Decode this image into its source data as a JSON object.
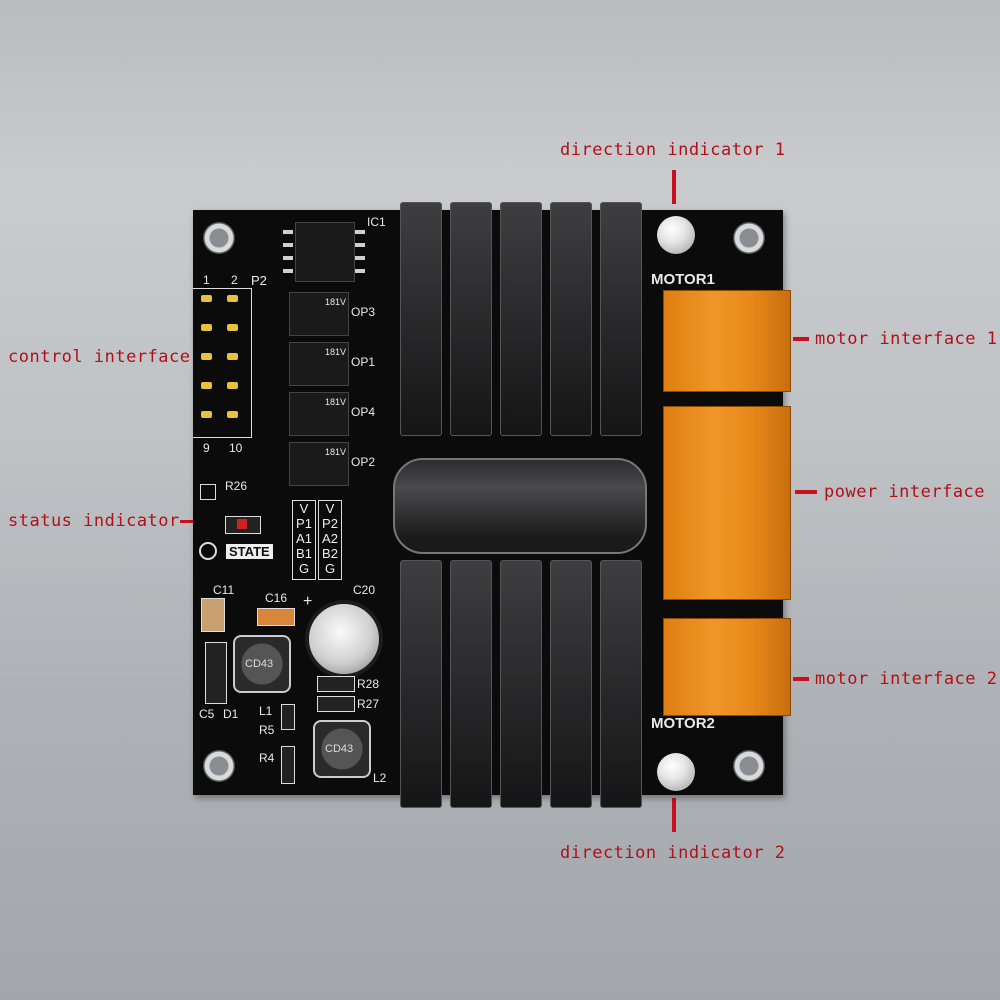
{
  "callouts": {
    "direction_indicator_1": "direction indicator 1",
    "control_interface": "control interface",
    "motor_interface_1": "motor interface 1",
    "status_indicator": "status indicator",
    "power_interface": "power interface",
    "motor_interface_2": "motor interface 2",
    "direction_indicator_2": "direction indicator 2"
  },
  "silkscreen": {
    "ic1": "IC1",
    "p2": "P2",
    "p2_pin1": "1",
    "p2_pin2": "2",
    "p2_pin9": "9",
    "p2_pin10": "10",
    "op3": "OP3",
    "op1": "OP1",
    "op4": "OP4",
    "op2": "OP2",
    "r26": "R26",
    "state": "STATE",
    "motor1": "MOTOR1",
    "motor2": "MOTOR2",
    "c11": "C11",
    "c16": "C16",
    "c20": "C20",
    "c5": "C5",
    "d1": "D1",
    "l1": "L1",
    "r5": "R5",
    "r4": "R4",
    "l2": "L2",
    "r28": "R28",
    "r27": "R27",
    "cd43_a": "CD43",
    "cd43_b": "CD43",
    "plus": "+",
    "opto_text": "181V"
  },
  "pin_labels": {
    "left": [
      "V",
      "P1",
      "A1",
      "B1",
      "G"
    ],
    "right": [
      "V",
      "P2",
      "A2",
      "B2",
      "G"
    ]
  },
  "colors": {
    "callout_text": "#b0101a",
    "pcb": "#0b0b0c",
    "terminal": "#f09628",
    "header_pins": "#e8c23a"
  }
}
